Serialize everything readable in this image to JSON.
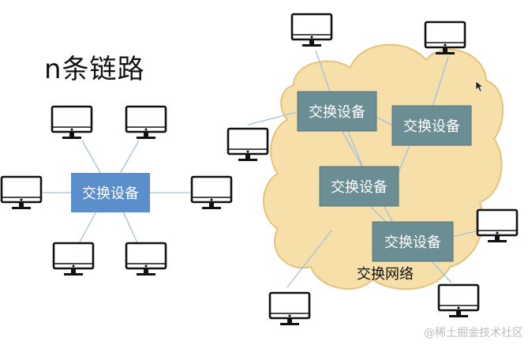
{
  "title": "n条链路",
  "switch_label": "交换设备",
  "cloud_label": "交换网络",
  "watermark": "@稀土掘金技术社区",
  "colors": {
    "switch_left": "#5b8fcb",
    "switch_cloud": "#6b8e95",
    "cloud_fill": "#f6dfa8",
    "cloud_stroke": "#e6c27a",
    "link": "#9fc2df",
    "monitor": "#111111"
  },
  "icons": [
    "monitor-icon",
    "cursor-icon"
  ]
}
